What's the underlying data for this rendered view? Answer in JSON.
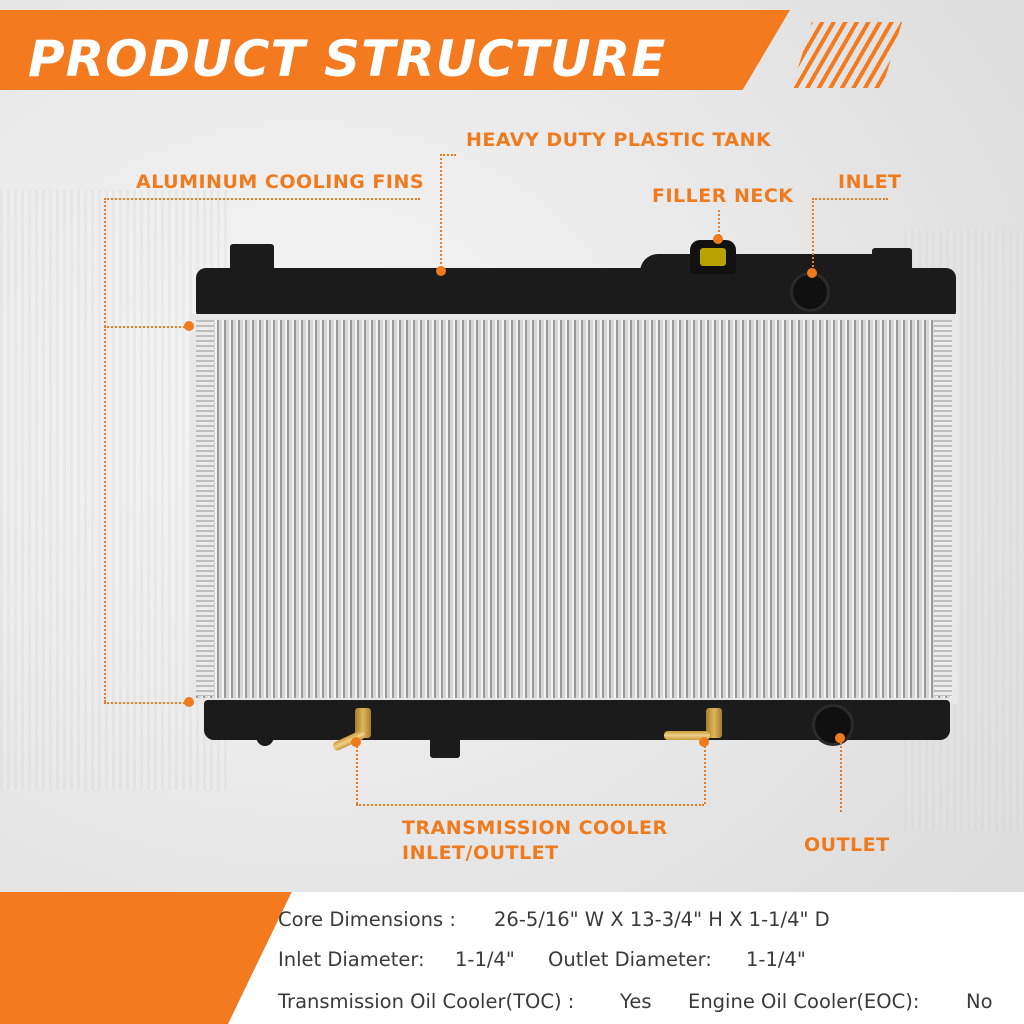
{
  "header": {
    "title": "PRODUCT STRUCTURE"
  },
  "labels": {
    "plastic_tank": "HEAVY DUTY PLASTIC TANK",
    "cooling_fins": "ALUMINUM COOLING FINS",
    "filler_neck": "FILLER NECK",
    "inlet": "INLET",
    "transmission_line1": "TRANSMISSION COOLER",
    "transmission_line2": "INLET/OUTLET",
    "outlet": "OUTLET"
  },
  "specs": {
    "core_label": "Core Dimensions :",
    "core_value": "26-5/16\" W X 13-3/4\" H X 1-1/4\" D",
    "inlet_label": "Inlet Diameter:",
    "inlet_value": "1-1/4\"",
    "outlet_label": "Outlet Diameter:",
    "outlet_value": "1-1/4\"",
    "toc_label": "Transmission Oil Cooler(TOC) :",
    "toc_value": "Yes",
    "eoc_label": "Engine Oil Cooler(EOC):",
    "eoc_value": "No"
  },
  "colors": {
    "accent": "#f47a1f",
    "tank": "#1b1b1b"
  }
}
